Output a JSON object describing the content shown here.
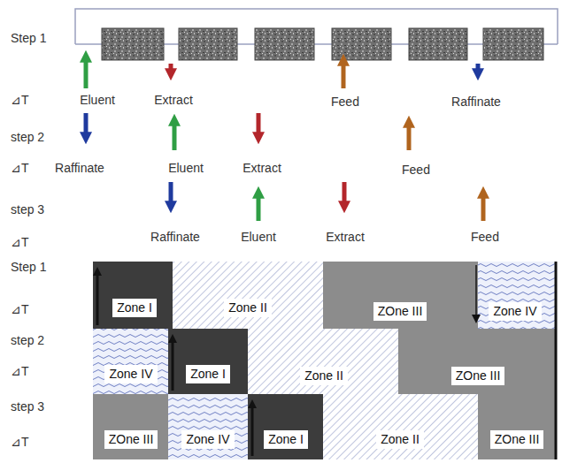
{
  "diagram": {
    "nodes": [
      {
        "text": [
          "Zone I"
        ]
      },
      {
        "text": [
          "Zone II"
        ]
      },
      {
        "text": [
          "ZOne III"
        ]
      },
      {
        "text": [
          "Zone IV"
        ]
      },
      {
        "text": [
          "Zone IV"
        ]
      },
      {
        "text": [
          "Zone I"
        ]
      },
      {
        "text": [
          "Zone II"
        ]
      },
      {
        "text": [
          "ZOne III"
        ]
      },
      {
        "text": [
          "ZOne III"
        ]
      },
      {
        "text": [
          "Zone IV"
        ]
      },
      {
        "text": [
          "Zone I"
        ]
      },
      {
        "text": [
          "Zone II"
        ]
      },
      {
        "text": [
          "ZOne III"
        ]
      }
    ],
    "labels": [
      "Step 1",
      "Eluent",
      "Extract",
      "Feed",
      "Raffinate",
      "⊿T",
      "step 2",
      "Raffinate",
      "Eluent",
      "Extract",
      "Feed",
      "⊿T",
      "step 3",
      "Raffinate",
      "Eluent",
      "Extract",
      "Feed",
      "⊿T",
      "Step 1",
      "⊿T",
      "step 2",
      "⊿T",
      "step 3",
      "⊿T"
    ]
  }
}
